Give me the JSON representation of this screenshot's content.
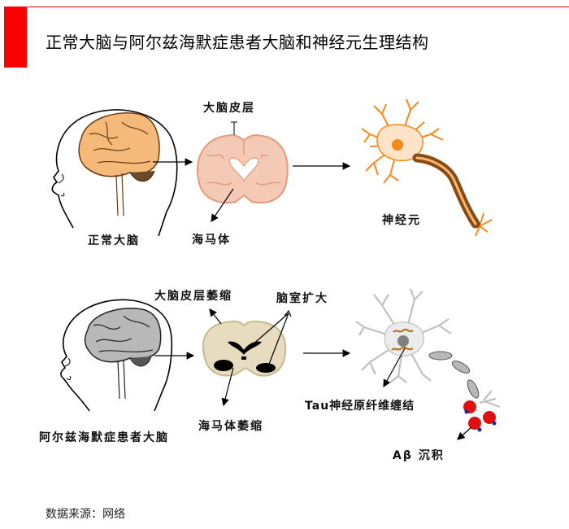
{
  "header": {
    "title": "正常大脑与阿尔兹海默症患者大脑和神经元生理结构",
    "accent_color": "#ff0000"
  },
  "normal_row": {
    "head_label": "正常大脑",
    "cortex_label": "大脑皮层",
    "hippocampus_label": "海马体",
    "neuron_label": "神经元",
    "brain_color": "#f5b97a",
    "slice_color": "#f4c9b5",
    "neuron_color": "#f58a1f",
    "myelin_color": "#8a4a12"
  },
  "alzheimer_row": {
    "head_label": "阿尔兹海默症患者大脑",
    "cortex_atrophy_label": "大脑皮层萎缩",
    "ventricle_label": "脑室扩大",
    "hippocampus_atrophy_label": "海马体萎缩",
    "tangle_label": "Tau神经原纤维缠结",
    "plaque_label": "Aβ 沉积",
    "brain_color": "#b8b8b8",
    "slice_color": "#e8dcc0",
    "neuron_color": "#d0d0d0",
    "tangle_color": "#b8761e",
    "plaque_color": "#e01010"
  },
  "footer": {
    "source": "数据来源：网络"
  }
}
